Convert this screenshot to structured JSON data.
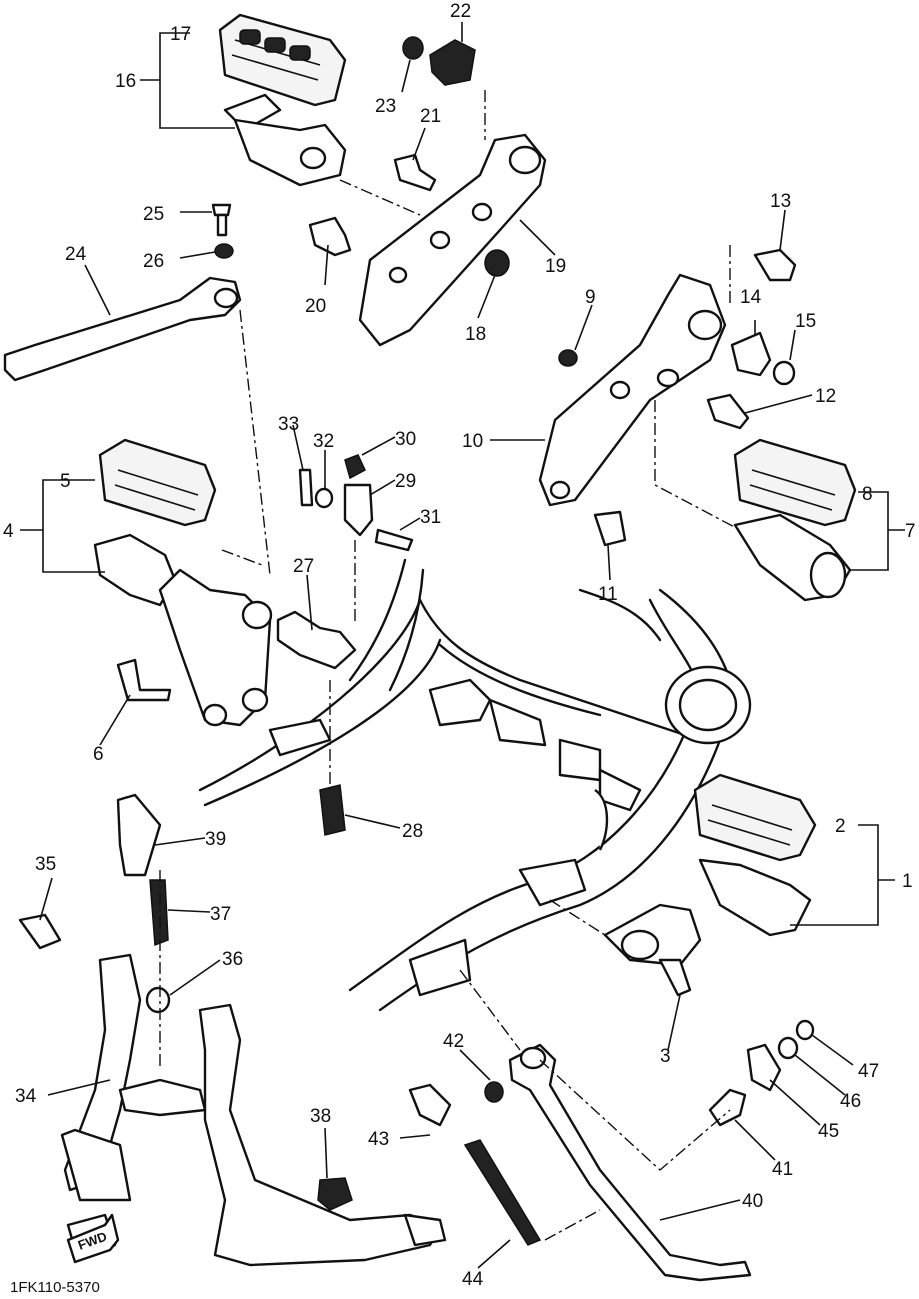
{
  "diagram": {
    "code": "1FK110-5370",
    "fwd": "FWD",
    "labels": [
      "1",
      "2",
      "3",
      "4",
      "5",
      "6",
      "7",
      "8",
      "9",
      "10",
      "11",
      "12",
      "13",
      "14",
      "15",
      "16",
      "17",
      "18",
      "19",
      "20",
      "21",
      "22",
      "23",
      "24",
      "25",
      "26",
      "27",
      "28",
      "29",
      "30",
      "31",
      "32",
      "33",
      "34",
      "35",
      "36",
      "37",
      "38",
      "39",
      "40",
      "41",
      "42",
      "43",
      "44",
      "45",
      "46",
      "47"
    ]
  }
}
